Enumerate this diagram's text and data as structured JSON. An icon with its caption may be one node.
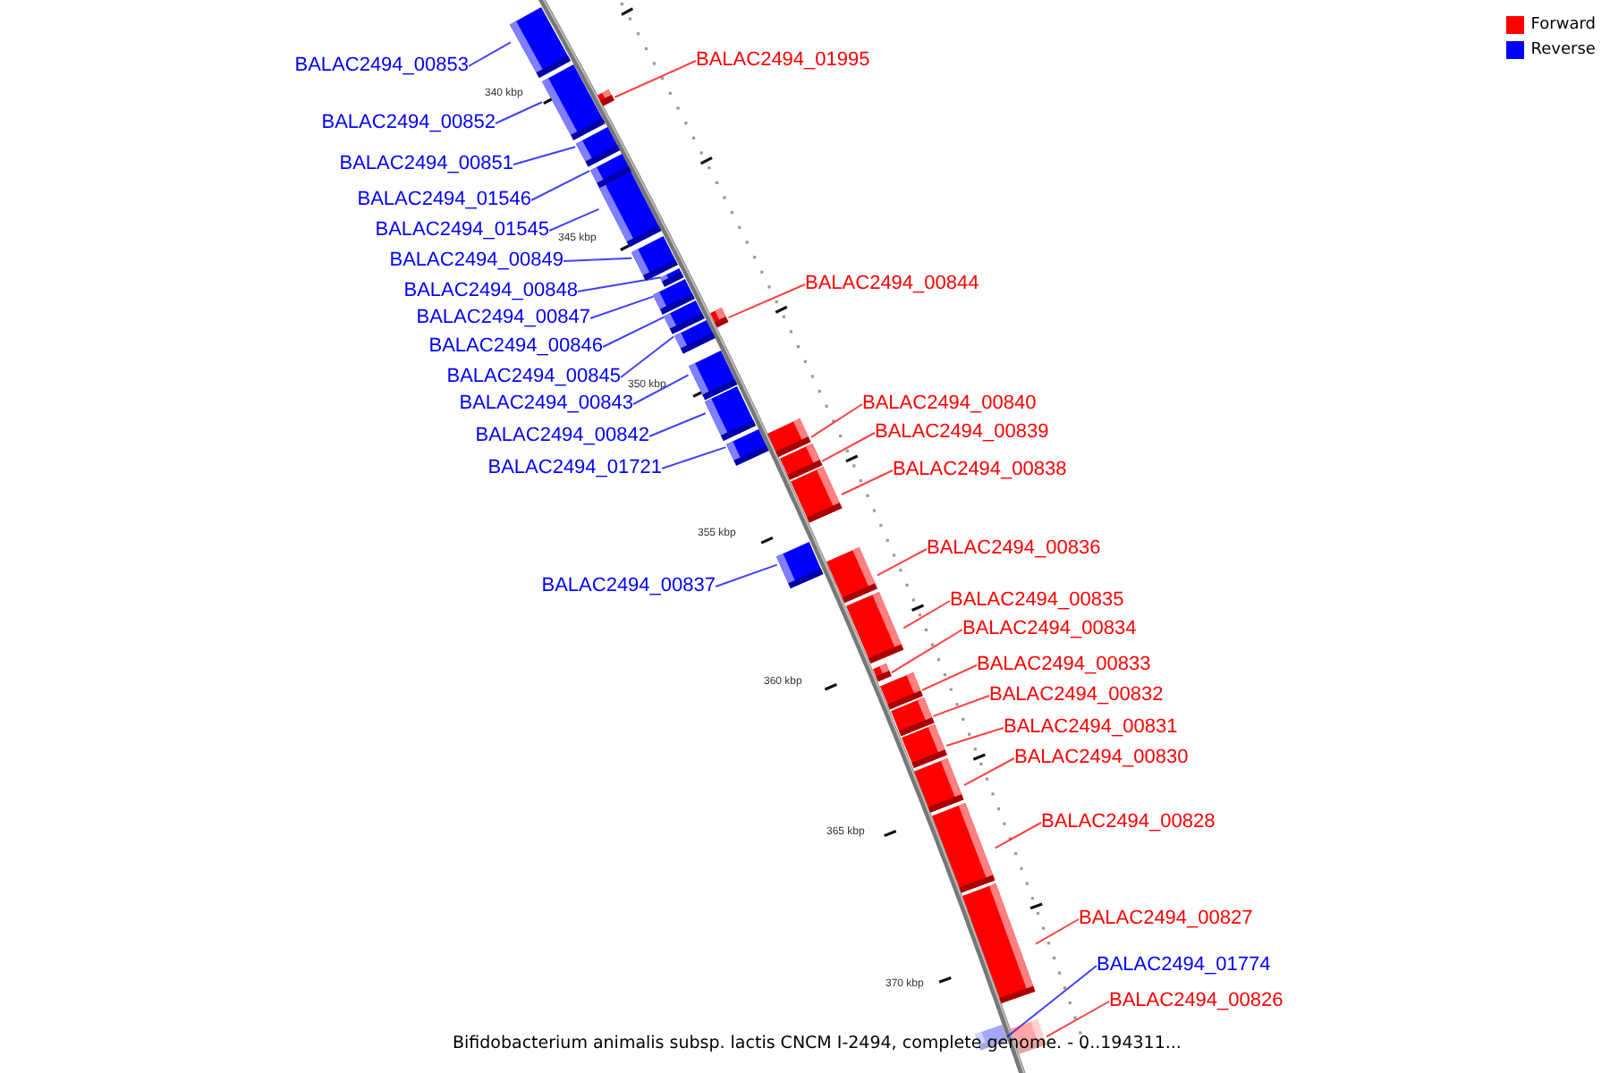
{
  "diagram": {
    "caption": "Bifidobacterium animalis subsp. lactis CNCM I-2494, complete genome. - 0..194311...",
    "nodes": [
      {
        "text": [
          "BALAC2494_01995"
        ]
      },
      {
        "text": [],
        "shape": "bar"
      },
      {
        "text": [
          "BALAC2494_00853"
        ]
      },
      {
        "text": [],
        "shape": "bar"
      },
      {
        "text": [
          "BALAC2494_00852"
        ]
      },
      {
        "text": [],
        "shape": "bar"
      },
      {
        "text": [
          "BALAC2494_00851"
        ]
      },
      {
        "text": [],
        "shape": "bar"
      },
      {
        "text": [
          "BALAC2494_01546"
        ]
      },
      {
        "text": [],
        "shape": "bar"
      },
      {
        "text": [
          "BALAC2494_01545"
        ]
      },
      {
        "text": [],
        "shape": "bar"
      },
      {
        "text": [
          "BALAC2494_00849"
        ]
      },
      {
        "text": [],
        "shape": "bar"
      },
      {
        "text": [
          "BALAC2494_00844"
        ]
      },
      {
        "text": [],
        "shape": "bar"
      },
      {
        "text": [
          "BALAC2494_00848"
        ]
      },
      {
        "text": [],
        "shape": "bar"
      },
      {
        "text": [
          "BALAC2494_00847"
        ]
      },
      {
        "text": [],
        "shape": "bar"
      },
      {
        "text": [
          "BALAC2494_00846"
        ]
      },
      {
        "text": [],
        "shape": "bar"
      },
      {
        "text": [
          "BALAC2494_00845"
        ]
      },
      {
        "text": [],
        "shape": "bar"
      },
      {
        "text": [
          "BALAC2494_00840"
        ]
      },
      {
        "text": [],
        "shape": "bar"
      },
      {
        "text": [
          "BALAC2494_00843"
        ]
      },
      {
        "text": [],
        "shape": "bar"
      },
      {
        "text": [
          "BALAC2494_00839"
        ]
      },
      {
        "text": [],
        "shape": "bar"
      },
      {
        "text": [
          "BALAC2494_00842"
        ]
      },
      {
        "text": [],
        "shape": "bar"
      },
      {
        "text": [
          "BALAC2494_01721"
        ]
      },
      {
        "text": [],
        "shape": "bar"
      },
      {
        "text": [
          "BALAC2494_00838"
        ]
      },
      {
        "text": [],
        "shape": "bar"
      },
      {
        "text": [
          "BALAC2494_00836"
        ]
      },
      {
        "text": [],
        "shape": "bar"
      },
      {
        "text": [
          "BALAC2494_00837"
        ]
      },
      {
        "text": [],
        "shape": "bar"
      },
      {
        "text": [
          "BALAC2494_00835"
        ]
      },
      {
        "text": [],
        "shape": "bar"
      },
      {
        "text": [
          "BALAC2494_00834"
        ]
      },
      {
        "text": [],
        "shape": "bar"
      },
      {
        "text": [
          "BALAC2494_00833"
        ]
      },
      {
        "text": [],
        "shape": "bar"
      },
      {
        "text": [
          "BALAC2494_00832"
        ]
      },
      {
        "text": [],
        "shape": "bar"
      },
      {
        "text": [
          "BALAC2494_00831"
        ]
      },
      {
        "text": [],
        "shape": "bar"
      },
      {
        "text": [
          "BALAC2494_00830"
        ]
      },
      {
        "text": [],
        "shape": "bar"
      },
      {
        "text": [
          "BALAC2494_00828"
        ]
      },
      {
        "text": [],
        "shape": "bar"
      },
      {
        "text": [
          "BALAC2494_00827"
        ]
      },
      {
        "text": [],
        "shape": "bar"
      },
      {
        "text": [
          "BALAC2494_01774"
        ]
      },
      {
        "text": [],
        "shape": "bar"
      },
      {
        "text": [
          "BALAC2494_00826"
        ]
      },
      {
        "text": [],
        "shape": "bar"
      }
    ],
    "edges": [
      {
        "from": 0,
        "to": 1,
        "arrow": "none",
        "color": "#ff0000"
      },
      {
        "from": 2,
        "to": 3,
        "arrow": "none",
        "color": "#0000ff"
      },
      {
        "from": 4,
        "to": 5,
        "arrow": "none",
        "color": "#0000ff"
      },
      {
        "from": 6,
        "to": 7,
        "arrow": "none",
        "color": "#0000ff"
      },
      {
        "from": 8,
        "to": 9,
        "arrow": "none",
        "color": "#0000ff"
      },
      {
        "from": 10,
        "to": 11,
        "arrow": "none",
        "color": "#0000ff"
      },
      {
        "from": 12,
        "to": 13,
        "arrow": "none",
        "color": "#0000ff"
      },
      {
        "from": 14,
        "to": 15,
        "arrow": "none",
        "color": "#ff0000"
      },
      {
        "from": 16,
        "to": 17,
        "arrow": "none",
        "color": "#0000ff"
      },
      {
        "from": 18,
        "to": 19,
        "arrow": "none",
        "color": "#0000ff"
      },
      {
        "from": 20,
        "to": 21,
        "arrow": "none",
        "color": "#0000ff"
      },
      {
        "from": 22,
        "to": 23,
        "arrow": "none",
        "color": "#0000ff"
      },
      {
        "from": 24,
        "to": 25,
        "arrow": "none",
        "color": "#ff0000"
      },
      {
        "from": 26,
        "to": 27,
        "arrow": "none",
        "color": "#0000ff"
      },
      {
        "from": 28,
        "to": 29,
        "arrow": "none",
        "color": "#ff0000"
      },
      {
        "from": 30,
        "to": 31,
        "arrow": "none",
        "color": "#0000ff"
      },
      {
        "from": 32,
        "to": 33,
        "arrow": "none",
        "color": "#0000ff"
      },
      {
        "from": 34,
        "to": 35,
        "arrow": "none",
        "color": "#ff0000"
      },
      {
        "from": 36,
        "to": 37,
        "arrow": "none",
        "color": "#ff0000"
      },
      {
        "from": 38,
        "to": 39,
        "arrow": "none",
        "color": "#0000ff"
      },
      {
        "from": 40,
        "to": 41,
        "arrow": "none",
        "color": "#ff0000"
      },
      {
        "from": 42,
        "to": 43,
        "arrow": "none",
        "color": "#ff0000"
      },
      {
        "from": 44,
        "to": 45,
        "arrow": "none",
        "color": "#ff0000"
      },
      {
        "from": 46,
        "to": 47,
        "arrow": "none",
        "color": "#ff0000"
      },
      {
        "from": 48,
        "to": 49,
        "arrow": "none",
        "color": "#ff0000"
      },
      {
        "from": 50,
        "to": 51,
        "arrow": "none",
        "color": "#ff0000"
      },
      {
        "from": 52,
        "to": 53,
        "arrow": "none",
        "color": "#ff0000"
      },
      {
        "from": 54,
        "to": 55,
        "arrow": "none",
        "color": "#ff0000"
      },
      {
        "from": 56,
        "to": 57,
        "arrow": "none",
        "color": "#0000ff"
      },
      {
        "from": 58,
        "to": 59,
        "arrow": "none",
        "color": "#ff0000"
      }
    ],
    "labels": [
      "340 kbp",
      "345 kbp",
      "350 kbp",
      "355 kbp",
      "360 kbp",
      "365 kbp",
      "370 kbp"
    ],
    "legend": [
      {
        "text": "Forward",
        "color": "#ff0000"
      },
      {
        "text": "Reverse",
        "color": "#0000ff"
      }
    ]
  }
}
